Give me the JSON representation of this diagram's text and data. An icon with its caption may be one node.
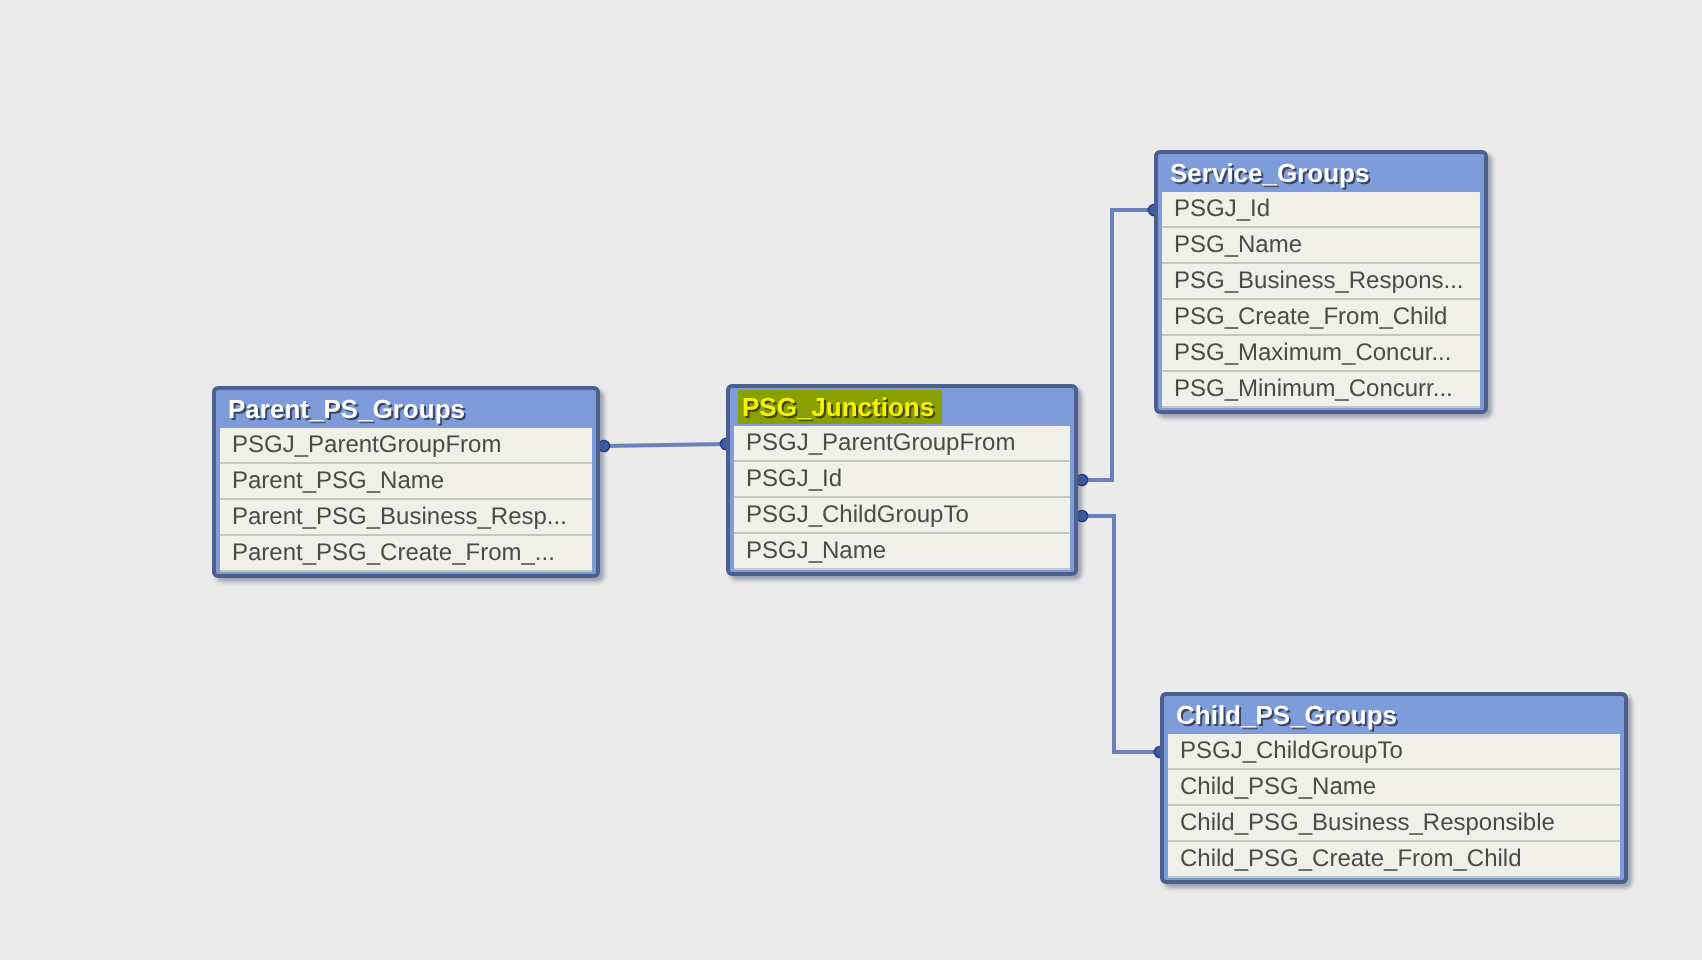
{
  "diagram": {
    "nodes": [
      {
        "text": [
          "Parent_PS_Groups"
        ]
      },
      {
        "text": [
          "PSGJ_ParentGroupFrom"
        ],
        "in": 0
      },
      {
        "text": [
          "Parent_PSG_Name"
        ],
        "in": 0
      },
      {
        "text": [
          "Parent_PSG_Business_Resp..."
        ],
        "in": 0
      },
      {
        "text": [
          "Parent_PSG_Create_From_..."
        ],
        "in": 0
      },
      {
        "text": [
          "PSG_Junctions"
        ]
      },
      {
        "text": [
          "PSGJ_ParentGroupFrom"
        ],
        "in": 5
      },
      {
        "text": [
          "PSGJ_Id"
        ],
        "in": 5
      },
      {
        "text": [
          "PSGJ_ChildGroupTo"
        ],
        "in": 5
      },
      {
        "text": [
          "PSGJ_Name"
        ],
        "in": 5
      },
      {
        "text": [
          "Service_Groups"
        ]
      },
      {
        "text": [
          "PSGJ_Id"
        ],
        "in": 10
      },
      {
        "text": [
          "PSG_Name"
        ],
        "in": 10
      },
      {
        "text": [
          "PSG_Business_Respons..."
        ],
        "in": 10
      },
      {
        "text": [
          "PSG_Create_From_Child"
        ],
        "in": 10
      },
      {
        "text": [
          "PSG_Maximum_Concur..."
        ],
        "in": 10
      },
      {
        "text": [
          "PSG_Minimum_Concurr..."
        ],
        "in": 10
      },
      {
        "text": [
          "Child_PS_Groups"
        ]
      },
      {
        "text": [
          "PSGJ_ChildGroupTo"
        ],
        "in": 17
      },
      {
        "text": [
          "Child_PSG_Name"
        ],
        "in": 17
      },
      {
        "text": [
          "Child_PSG_Business_Responsible"
        ],
        "in": 17
      },
      {
        "text": [
          "Child_PSG_Create_From_Child"
        ],
        "in": 17
      }
    ],
    "edges": [
      {
        "from": 1,
        "to": 6,
        "arrow": "other"
      },
      {
        "from": 7,
        "to": 11,
        "arrow": "other"
      },
      {
        "from": 8,
        "to": 18,
        "arrow": "other"
      }
    ]
  }
}
